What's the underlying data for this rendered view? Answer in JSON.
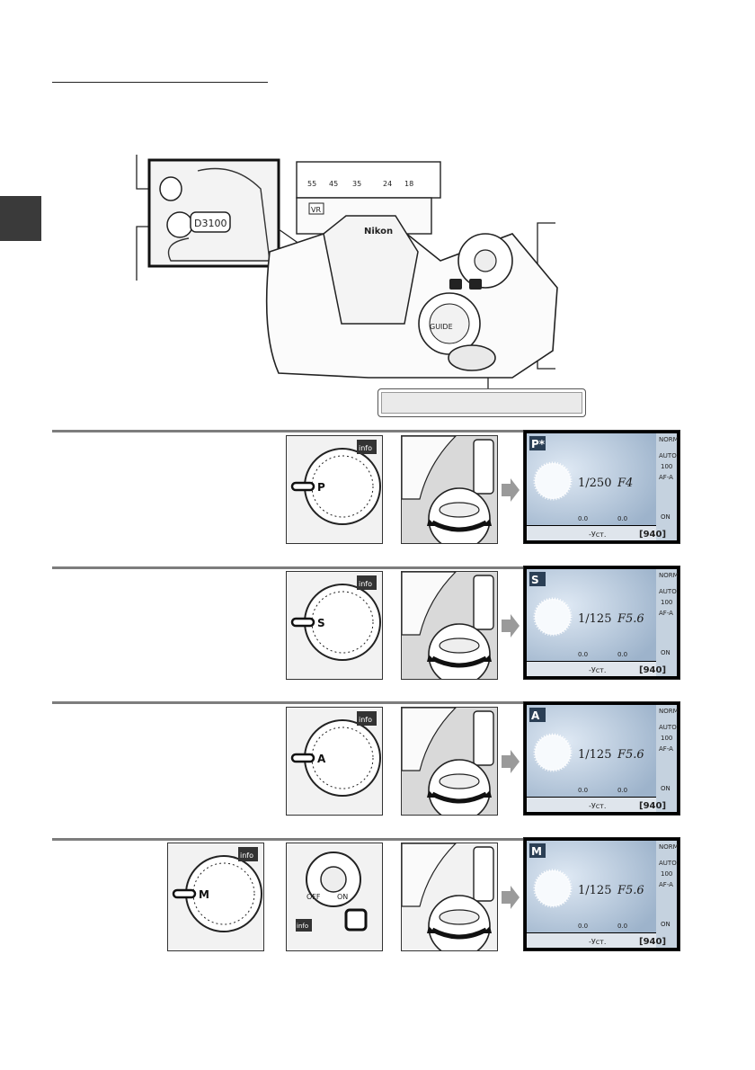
{
  "rows": [
    {
      "mode": "P*",
      "shutter": "1/250",
      "aperture": "F4",
      "frames": "940",
      "bottom_label": "-Уст."
    },
    {
      "mode": "S",
      "shutter": "1/125",
      "aperture": "F5.6",
      "frames": "940",
      "bottom_label": "-Уст."
    },
    {
      "mode": "A",
      "shutter": "1/125",
      "aperture": "F5.6",
      "frames": "940",
      "bottom_label": "-Уст."
    },
    {
      "mode": "M",
      "shutter": "1/125",
      "aperture": "F5.6",
      "frames": "940",
      "bottom_label": "-Уст."
    }
  ],
  "lcd_side": [
    "NORM",
    "AUTO",
    "100",
    "AF-A",
    "ON",
    "0.0",
    "0.0",
    "AUTO"
  ],
  "camera_labels": {
    "button_model": "D3100",
    "lens_marks": [
      "55",
      "45",
      "35",
      "24",
      "18"
    ],
    "vr": "VR",
    "brand": "Nikon",
    "dial": "GUIDE",
    "info": "info",
    "off": "OFF",
    "on": "ON"
  },
  "icons": [
    "sidebar-tab",
    "camera-illustration",
    "mode-dial",
    "command-dial",
    "lcd-screen",
    "arrow-right"
  ]
}
